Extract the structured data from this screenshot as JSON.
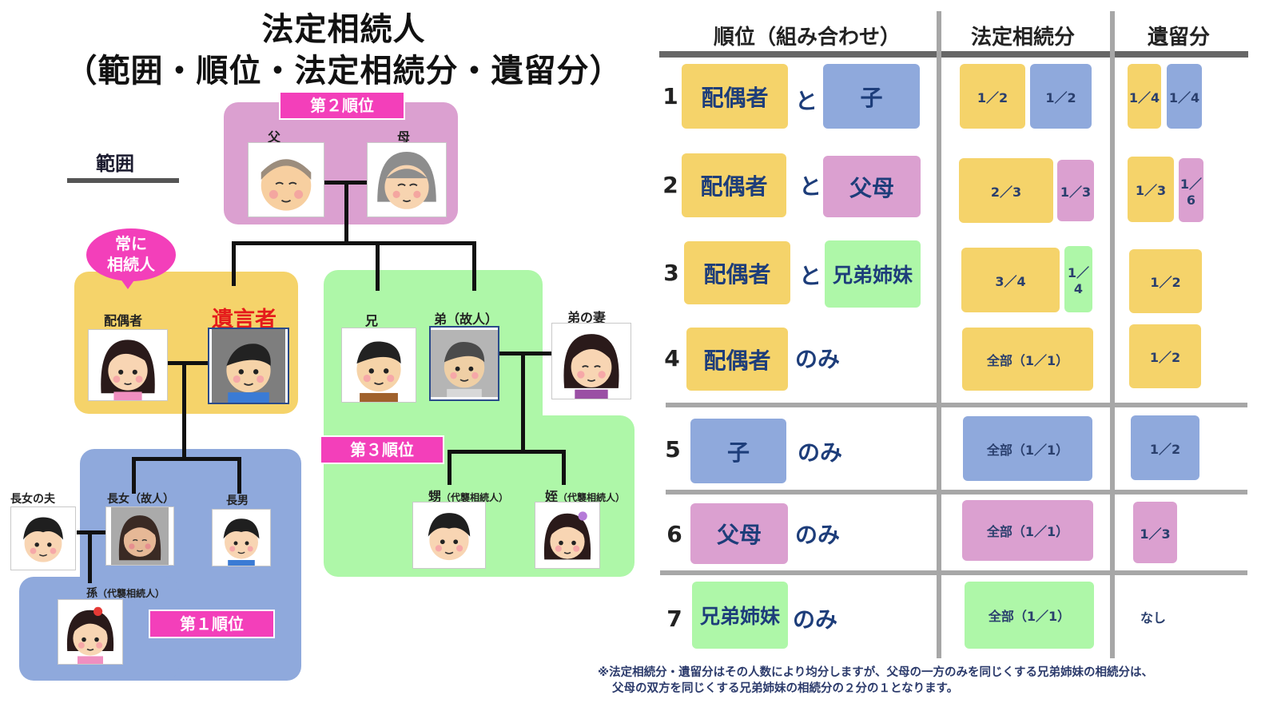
{
  "title": {
    "line1": "法定相続人",
    "line2": "（範囲・順位・法定相続分・遺留分）"
  },
  "scope_label": "範囲",
  "tags": {
    "rank2": "第２順位",
    "rank3": "第３順位",
    "rank1": "第１順位"
  },
  "bubble": {
    "line1": "常に",
    "line2": "相続人"
  },
  "testator": "遺言者",
  "people": {
    "father": "父",
    "mother": "母",
    "spouse": "配偶者",
    "older_brother": "兄",
    "younger_brother": "弟（故人）",
    "brothers_wife": "弟の妻",
    "nephew": "甥",
    "nephew_note": "（代襲相続人）",
    "niece": "姪",
    "niece_note": "（代襲相続人）",
    "eldest_daughters_husband": "長女の夫",
    "eldest_daughter": "長女（故人）",
    "eldest_son": "長男",
    "grandchild": "孫",
    "grandchild_note": "（代襲相続人）"
  },
  "table": {
    "headers": {
      "rank": "順位（組み合わせ）",
      "legal_share": "法定相続分",
      "reserved_share": "遺留分"
    },
    "rows": [
      {
        "num": "1",
        "a": "配偶者",
        "conj": "と",
        "b": "子",
        "legal": [
          "1／2",
          "1／2"
        ],
        "reserved": [
          "1／4",
          "1／4"
        ]
      },
      {
        "num": "2",
        "a": "配偶者",
        "conj": "と",
        "b": "父母",
        "legal": [
          "2／3",
          "1／3"
        ],
        "reserved": [
          "1／3",
          "1／6"
        ]
      },
      {
        "num": "3",
        "a": "配偶者",
        "conj": "と",
        "b": "兄弟姉妹",
        "legal": [
          "3／4",
          "1／4"
        ],
        "reserved": [
          "1／2"
        ]
      },
      {
        "num": "4",
        "a": "配偶者",
        "conj": "のみ",
        "legal": [
          "全部（1／1）"
        ],
        "reserved": [
          "1／2"
        ]
      },
      {
        "num": "5",
        "a": "子",
        "conj": "のみ",
        "legal": [
          "全部（1／1）"
        ],
        "reserved": [
          "1／2"
        ]
      },
      {
        "num": "6",
        "a": "父母",
        "conj": "のみ",
        "legal": [
          "全部（1／1）"
        ],
        "reserved": [
          "1／3"
        ]
      },
      {
        "num": "7",
        "a": "兄弟姉妹",
        "conj": "のみ",
        "legal": [
          "全部（1／1）"
        ],
        "reserved": [
          "なし"
        ]
      }
    ]
  },
  "note": {
    "line1": "※法定相続分・遺留分はその人数により均分しますが、父母の一方のみを同じくする兄弟姉妹の相続分は、",
    "line2": "父母の双方を同じくする兄弟姉妹の相続分の２分の１となります。"
  },
  "colors": {
    "spouse": "#f5d36a",
    "children": "#8fa9dc",
    "parents": "#dba0d0",
    "siblings": "#aef7a8",
    "tag": "#f33fba",
    "testator": "#e51b1b"
  }
}
